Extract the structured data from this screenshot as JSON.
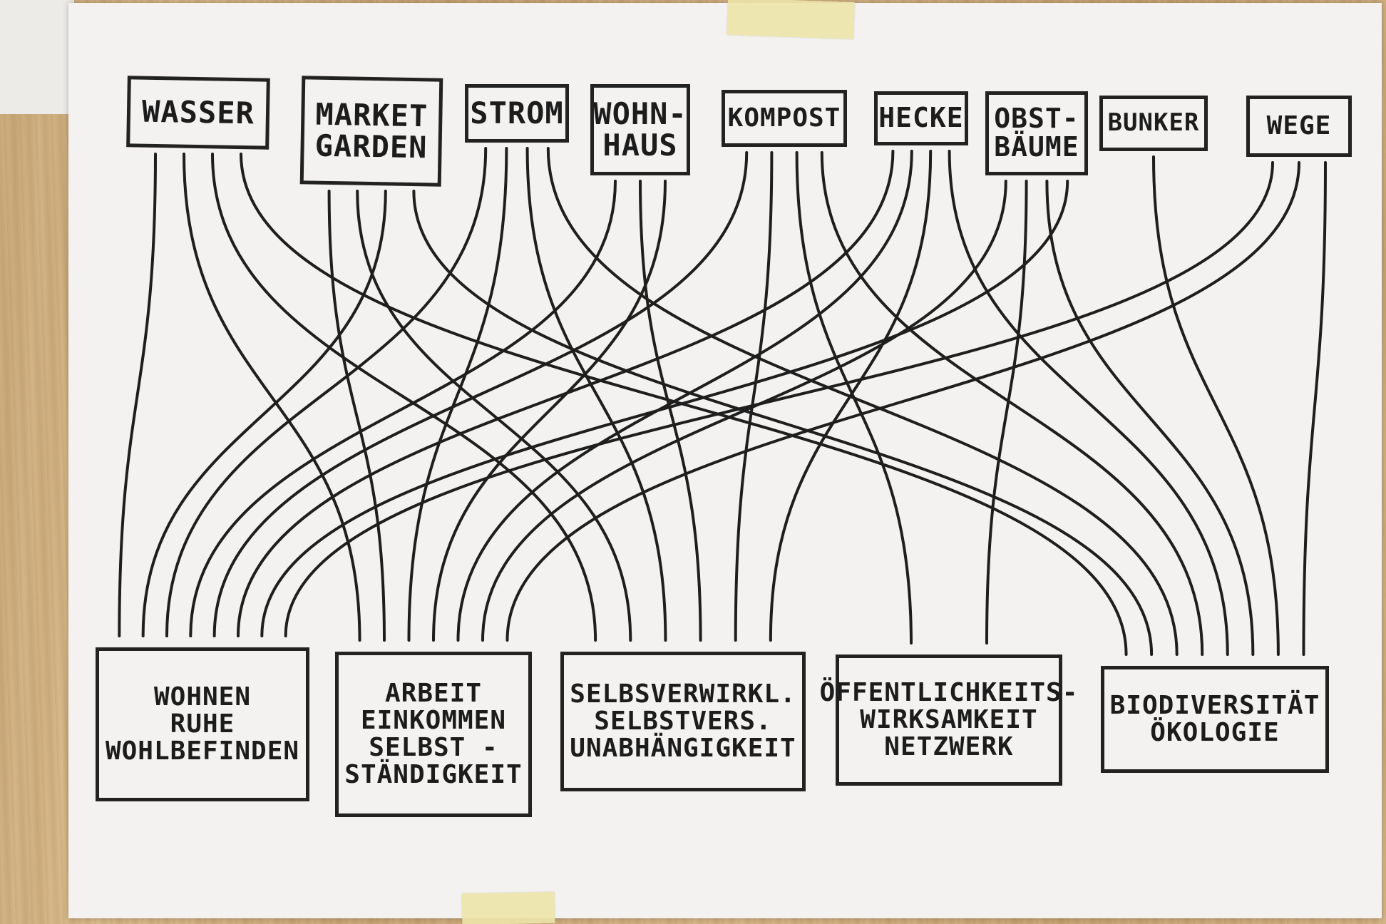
{
  "top_nodes": [
    {
      "id": "wasser",
      "label": "WASSER"
    },
    {
      "id": "market",
      "label": "MARKET\nGARDEN"
    },
    {
      "id": "strom",
      "label": "STROM"
    },
    {
      "id": "wohnhaus",
      "label": "WOHN-\nHAUS"
    },
    {
      "id": "kompost",
      "label": "KOMPOST"
    },
    {
      "id": "hecke",
      "label": "HECKE"
    },
    {
      "id": "obst",
      "label": "OBST-\nBÄUME"
    },
    {
      "id": "bunker",
      "label": "BUNKER"
    },
    {
      "id": "wege",
      "label": "WEGE"
    }
  ],
  "bottom_nodes": [
    {
      "id": "wohnen",
      "label": "WOHNEN\nRUHE\nWOHLBEFINDEN"
    },
    {
      "id": "arbeit",
      "label": "ARBEIT\nEINKOMMEN\nSELBST -\nSTÄNDIGKEIT"
    },
    {
      "id": "selbst",
      "label": "SELBSVERWIRKL.\nSELBSTVERS.\nUNABHÄNGIGKEIT"
    },
    {
      "id": "oeffentlich",
      "label": "ÖFFENTLICHKEITS-\nWIRKSAMKEIT\nNETZWERK"
    },
    {
      "id": "bio",
      "label": "BIODIVERSITÄT\nÖKOLOGIE"
    }
  ],
  "connections": [
    [
      "wasser",
      "wohnen"
    ],
    [
      "wasser",
      "arbeit"
    ],
    [
      "wasser",
      "selbst"
    ],
    [
      "wasser",
      "bio"
    ],
    [
      "market",
      "arbeit"
    ],
    [
      "market",
      "selbst"
    ],
    [
      "market",
      "wohnen"
    ],
    [
      "market",
      "bio"
    ],
    [
      "strom",
      "wohnen"
    ],
    [
      "strom",
      "arbeit"
    ],
    [
      "strom",
      "selbst"
    ],
    [
      "strom",
      "bio"
    ],
    [
      "wohnhaus",
      "wohnen"
    ],
    [
      "wohnhaus",
      "selbst"
    ],
    [
      "wohnhaus",
      "arbeit"
    ],
    [
      "kompost",
      "wohnen"
    ],
    [
      "kompost",
      "selbst"
    ],
    [
      "kompost",
      "oeffentlich"
    ],
    [
      "kompost",
      "bio"
    ],
    [
      "hecke",
      "wohnen"
    ],
    [
      "hecke",
      "arbeit"
    ],
    [
      "hecke",
      "selbst"
    ],
    [
      "hecke",
      "bio"
    ],
    [
      "obst",
      "arbeit"
    ],
    [
      "obst",
      "oeffentlich"
    ],
    [
      "obst",
      "bio"
    ],
    [
      "obst",
      "wohnen"
    ],
    [
      "bunker",
      "bio"
    ],
    [
      "wege",
      "wohnen"
    ],
    [
      "wege",
      "arbeit"
    ],
    [
      "wege",
      "bio"
    ]
  ]
}
